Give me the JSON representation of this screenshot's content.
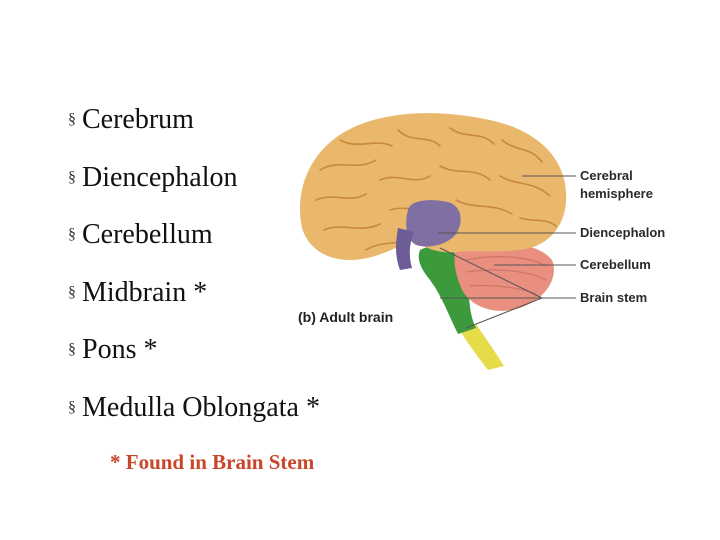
{
  "bullets": [
    {
      "label": "Cerebrum"
    },
    {
      "label": "Diencephalon"
    },
    {
      "label": "Cerebellum"
    },
    {
      "label": "Midbrain *"
    },
    {
      "label": "Pons *"
    },
    {
      "label": "Medulla Oblongata *"
    }
  ],
  "bullet_marker": "§",
  "footnote": "* Found in Brain Stem",
  "figure": {
    "caption": "(b) Adult brain",
    "labels": {
      "cerebral_1": "Cerebral",
      "cerebral_2": "hemisphere",
      "diencephalon": "Diencephalon",
      "cerebellum": "Cerebellum",
      "brain_stem": "Brain stem"
    }
  },
  "colors": {
    "cerebrum": "#e9b86c",
    "diencephalon": "#7f6fa3",
    "cerebellum": "#e98f7f",
    "brain_stem": "#3c9a3c",
    "spinal": "#e6dc4a",
    "footnote": "#c8462a"
  }
}
